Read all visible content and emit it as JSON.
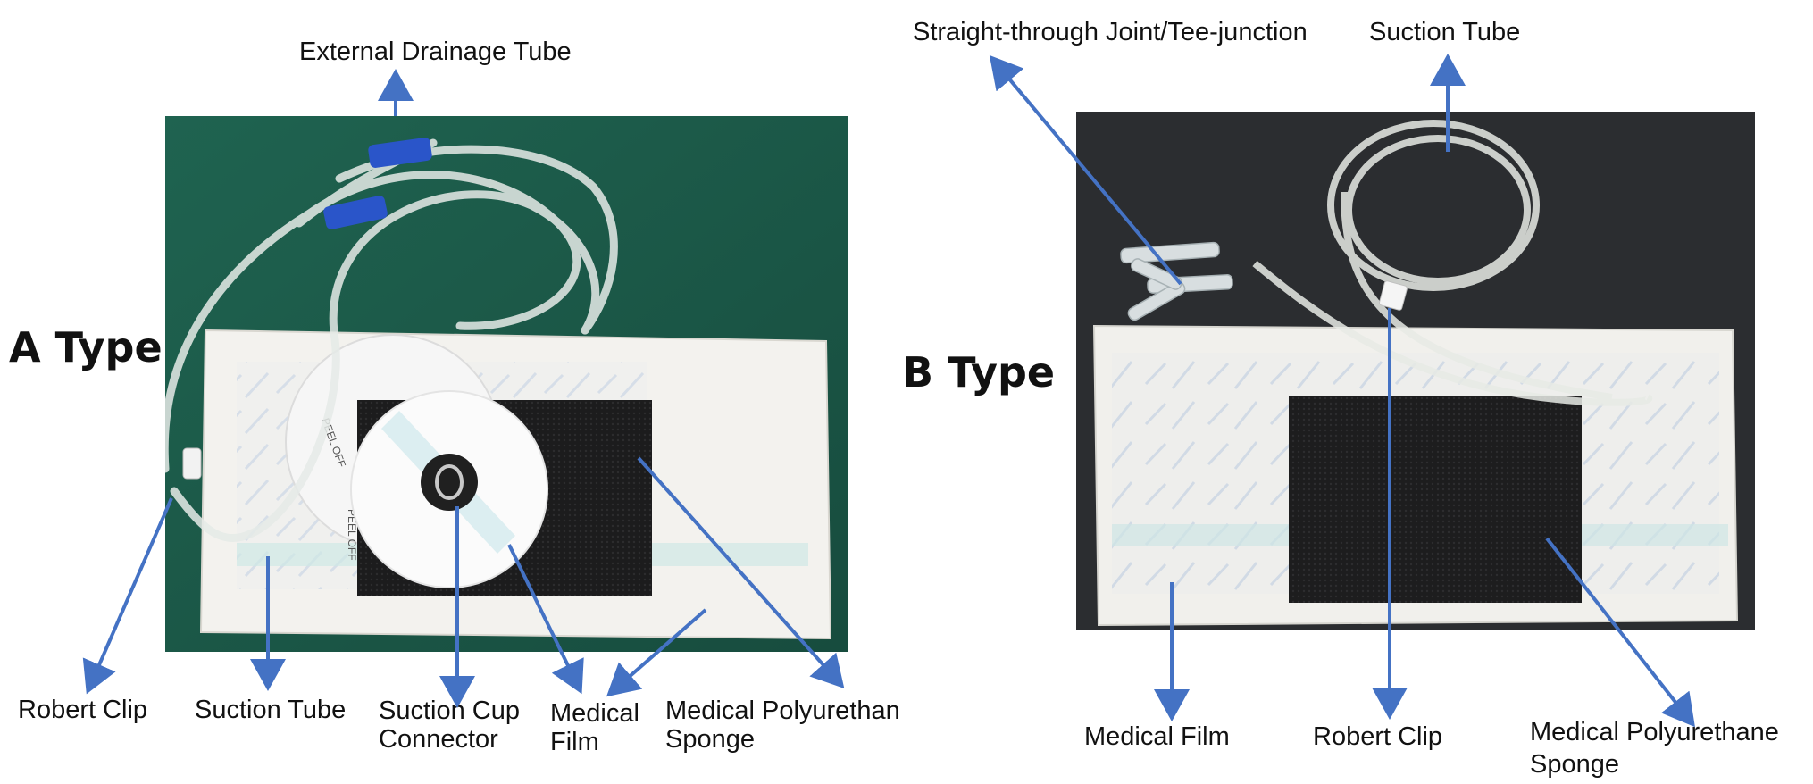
{
  "panel_a": {
    "type_label": "A Type",
    "labels": {
      "external_drainage_tube": "External Drainage Tube",
      "robert_clip": "Robert Clip",
      "suction_tube": "Suction Tube",
      "suction_cup_connector_1": "Suction Cup",
      "suction_cup_connector_2": "Connector",
      "medical_film_1": "Medical",
      "medical_film_2": "Film",
      "sponge_1": "Medical Polyurethane",
      "sponge_2": "Sponge"
    },
    "photo_text": {
      "peel_off_1": "PEEL OFF",
      "peel_off_2": "PEEL OFF"
    }
  },
  "panel_b": {
    "type_label": "B Type",
    "labels": {
      "straight_joint": "Straight-through Joint/Tee-junction",
      "suction_tube": "Suction Tube",
      "medical_film": "Medical Film",
      "robert_clip": "Robert Clip",
      "sponge_1": "Medical Polyurethane",
      "sponge_2": "Sponge"
    }
  },
  "colors": {
    "arrow": "#4472C4",
    "green_mat": "#1d5b4a",
    "dark_table": "#2b2d30",
    "sponge": "#1e1e1f",
    "package": "#eceae6"
  }
}
